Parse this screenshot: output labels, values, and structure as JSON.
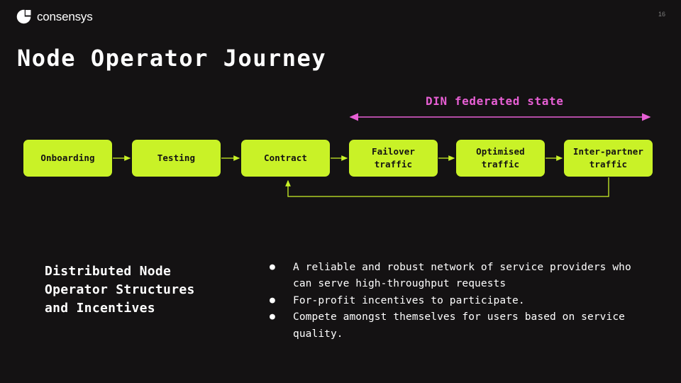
{
  "header": {
    "brand_name": "consensys",
    "brand_icon": "consensys-logo-icon",
    "page_number": "16"
  },
  "title": "Node Operator Journey",
  "diagram": {
    "din_label": "DIN federated state",
    "din_arrow_color": "#e75fd4",
    "box_color": "#c9f227",
    "box_text_color": "#141213",
    "connector_color": "#c9f227",
    "boxes": [
      {
        "label": "Onboarding"
      },
      {
        "label": "Testing"
      },
      {
        "label": "Contract"
      },
      {
        "label": "Failover\ntraffic"
      },
      {
        "label": "Optimised\ntraffic"
      },
      {
        "label": "Inter-partner\ntraffic"
      }
    ]
  },
  "content": {
    "section_heading": "Distributed Node\nOperator Structures\nand Incentives",
    "bullet_marker": "●",
    "bullets": [
      "A reliable and robust network of service providers who can serve high-throughput requests",
      "For-profit incentives to participate.",
      "Compete amongst themselves for users based on service quality."
    ]
  },
  "colors": {
    "background": "#141213",
    "accent_green": "#c9f227",
    "accent_magenta": "#e75fd4",
    "text": "#ffffff"
  }
}
